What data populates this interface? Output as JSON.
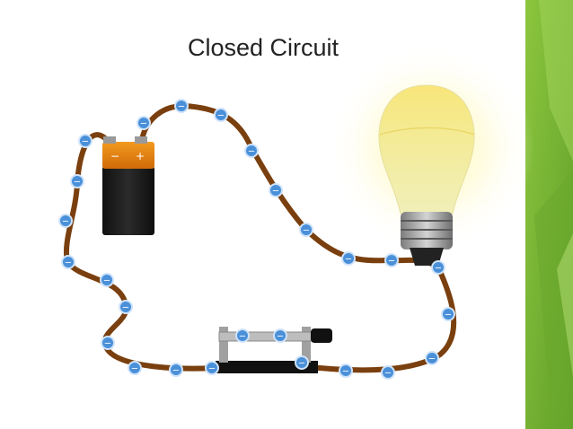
{
  "slide": {
    "title": "Closed Circuit",
    "background_color": "#ffffff",
    "accent_color": "#7bb833"
  },
  "diagram": {
    "wire_color": "#8a4a12",
    "electron_color": "#4a90d9",
    "electron_label": "−",
    "battery": {
      "label_pos": "+",
      "label_neg": "−",
      "top_color": "#e07a10",
      "body_color": "#1a1a1a"
    },
    "bulb": {
      "state": "lit",
      "glow_color": "#fff6b0",
      "glass_color": "#f4ef9c"
    },
    "switch": {
      "state": "closed"
    }
  }
}
